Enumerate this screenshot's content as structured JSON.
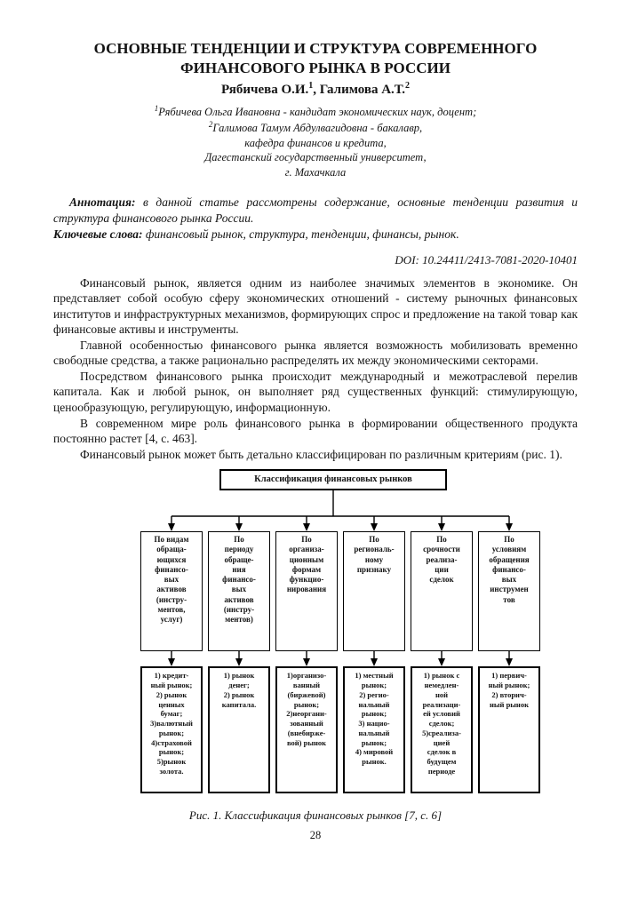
{
  "ink": "#141414",
  "paper": "#ffffff",
  "header": {
    "title": "ОСНОВНЫЕ ТЕНДЕНЦИИ И СТРУКТУРА СОВРЕМЕННОГО ФИНАНСОВОГО РЫНКА В РОССИИ",
    "authors": [
      {
        "name": "Рябичева О.И.",
        "sup": "1"
      },
      {
        "name": "Галимова А.Т.",
        "sup": "2"
      }
    ],
    "authors_sep": ", ",
    "affiliation": [
      {
        "sup": "1",
        "text": "Рябичева Ольга Ивановна - кандидат экономических наук, доцент;"
      },
      {
        "sup": "2",
        "text": "Галимова Тамум Абдулвагидовна - бакалавр,"
      },
      {
        "sup": "",
        "text": "кафедра финансов и кредита,"
      },
      {
        "sup": "",
        "text": "Дагестанский государственный университет,"
      },
      {
        "sup": "",
        "text": "г. Махачкала"
      }
    ]
  },
  "abstract": {
    "label": "Аннотация:",
    "text": " в данной статье рассмотрены содержание, основные тенденции развития и структура финансового рынка России."
  },
  "keywords": {
    "label": "Ключевые слова:",
    "text": " финансовый рынок, структура, тенденции, финансы, рынок."
  },
  "doi": "DOI: 10.24411/2413-7081-2020-10401",
  "body": {
    "paragraphs": [
      "Финансовый рынок, является одним из наиболее значимых элементов в экономике. Он представляет собой особую сферу экономических отношений - систему рыночных финансовых институтов и инфраструктурных механизмов, формирующих спрос и предложение на такой товар как финансовые активы и инструменты.",
      "Главной особенностью финансового рынка является возможность мобилизовать временно свободные средства, а также рационально распределять их между экономическими секторами.",
      "Посредством финансового рынка происходит международный и межотраслевой перелив капитала. Как и любой рынок, он выполняет ряд существенных функций: стимулирующую, ценообразующую, регулирующую, информационную.",
      "В современном мире роль финансового рынка в формировании общественного продукта постоянно растет [4, с. 463].",
      "Финансовый рынок может быть детально классифицирован по различным критериям (рис. 1)."
    ]
  },
  "figure": {
    "root": "Классификация финансовых рынков",
    "criteria": [
      "По видам\nобраща-\nющихся\nфинансо-\nвых\nактивов\n(инстру-\nментов,\nуслуг)",
      "По\nпериоду\nобраще-\nния\nфинансо-\nвых\nактивов\n(инстру-\nментов)",
      "По\nорганиза-\nционным\nформам\nфункцио-\nнирования",
      "По\nрегиональ-\nному\nпризнаку",
      "По\nсрочности\nреализа-\nции\nсделок",
      "По\nусловиям\nобращения\nфинансо-\nвых\nинструмен\nтов"
    ],
    "types": [
      "1) кредит-\nный рынок;\n2) рынок\nценных\nбумаг;\n3)валютный\nрынок;\n4)страховой\nрынок;\n5)рынок\nзолота.",
      "1) рынок\nденег;\n2) рынок\nкапитала.",
      "1)организо-\nванный\n(биржевой)\nрынок;\n2)неоргани-\nзованный\n(внебирже-\nвой) рынок",
      "1) местный\nрынок;\n2) регио-\nнальный\nрынок;\n3) нацио-\nнальный\nрынок;\n4) мировой\nрынок.",
      "1) рынок с\nнемедлен-\nной\nреализаци-\nей условий\nсделок;\n5)среализа-\nцией\nсделок в\nбудущем\nпериоде",
      "1) первич-\nный рынок;\n2) вторич-\nный рынок"
    ],
    "caption": "Рис. 1. Классификация финансовых рынков [7, с. 6]"
  },
  "page_number": "28"
}
